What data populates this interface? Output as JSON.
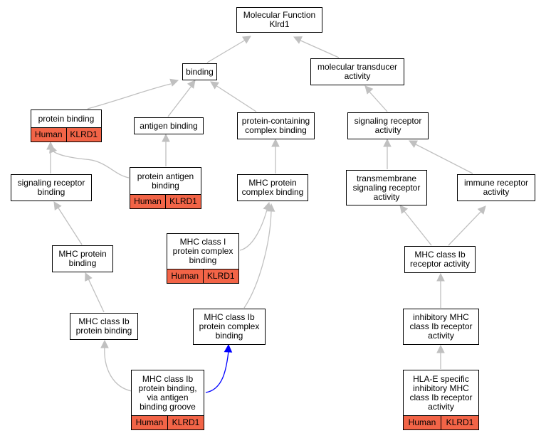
{
  "nodes": {
    "mf": {
      "label": "Molecular Function\nKlrd1"
    },
    "binding": {
      "label": "binding"
    },
    "mol_transducer": {
      "label": "molecular transducer\nactivity"
    },
    "protein_binding": {
      "label": "protein binding",
      "annotation": [
        "Human",
        "KLRD1"
      ]
    },
    "antigen_binding": {
      "label": "antigen binding"
    },
    "protein_complex_binding": {
      "label": "protein-containing\ncomplex binding"
    },
    "signaling_receptor_activity": {
      "label": "signaling receptor\nactivity"
    },
    "signaling_receptor_binding": {
      "label": "signaling receptor\nbinding"
    },
    "protein_antigen_binding": {
      "label": "protein antigen\nbinding",
      "annotation": [
        "Human",
        "KLRD1"
      ]
    },
    "mhc_protein_complex_binding": {
      "label": "MHC protein\ncomplex binding"
    },
    "transmembrane_signaling": {
      "label": "transmembrane\nsignaling receptor\nactivity"
    },
    "immune_receptor": {
      "label": "immune receptor\nactivity"
    },
    "mhc_class_i_complex": {
      "label": "MHC class I\nprotein complex\nbinding",
      "annotation": [
        "Human",
        "KLRD1"
      ]
    },
    "mhc_protein_binding": {
      "label": "MHC protein\nbinding"
    },
    "mhc_class_ib_receptor": {
      "label": "MHC class Ib\nreceptor activity"
    },
    "mhc_class_ib_protein_binding": {
      "label": "MHC class Ib\nprotein binding"
    },
    "mhc_class_ib_complex": {
      "label": "MHC class Ib\nprotein complex\nbinding"
    },
    "inhibitory_mhc": {
      "label": "inhibitory MHC\nclass Ib receptor\nactivity"
    },
    "mhc_ib_antigen_groove": {
      "label": "MHC class Ib\nprotein binding,\nvia antigen\nbinding groove",
      "annotation": [
        "Human",
        "KLRD1"
      ]
    },
    "hla_e": {
      "label": "HLA-E specific\ninhibitory MHC\nclass Ib receptor\nactivity",
      "annotation": [
        "Human",
        "KLRD1"
      ]
    }
  },
  "colors": {
    "edge": "#c0c0c0",
    "highlight_edge": "#0000ff",
    "annotation_fill": "#f26447",
    "node_border": "#000000"
  }
}
